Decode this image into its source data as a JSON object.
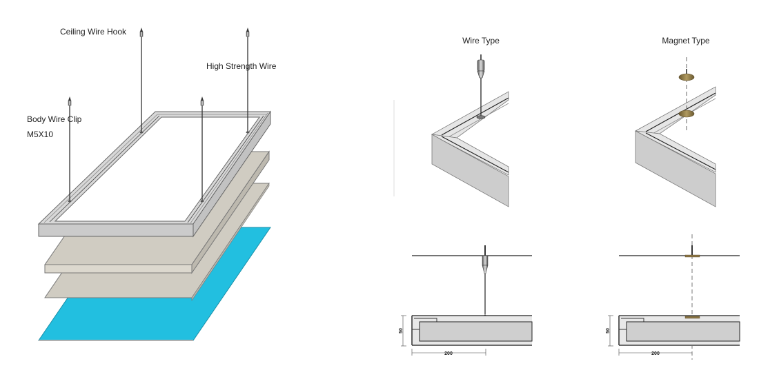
{
  "exploded_view": {
    "labels": {
      "ceiling_hook": "Ceiling Wire Hook",
      "high_strength_wire": "High Strength Wire",
      "body_wire_clip": "Body Wire Clip",
      "clip_spec": "M5X10"
    },
    "layers": [
      {
        "name": "frame",
        "color": "#cbcbcb"
      },
      {
        "name": "panel-1",
        "color": "#d0ccc2"
      },
      {
        "name": "panel-2",
        "color": "#d0ccc2"
      },
      {
        "name": "face-panel",
        "color": "#22bfe0"
      }
    ]
  },
  "wire_type": {
    "title": "Wire Type",
    "dim_height": "50",
    "dim_width": "200"
  },
  "magnet_type": {
    "title": "Magnet Type",
    "dim_height": "50",
    "dim_width": "200",
    "magnet_color": "#8a7443"
  }
}
